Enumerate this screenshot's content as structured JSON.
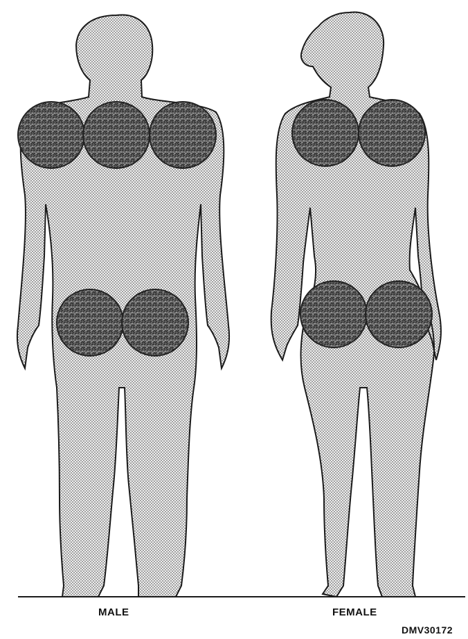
{
  "labels": {
    "male": "MALE",
    "female": "FEMALE",
    "figure_code": "DMV30172"
  },
  "colors": {
    "silhouette_fill": "#d9d9d9",
    "silhouette_stroke": "#1a1a1a",
    "target_fill": "#5e5e5e",
    "target_stroke": "#222222",
    "ground_line": "#1a1a1a"
  }
}
